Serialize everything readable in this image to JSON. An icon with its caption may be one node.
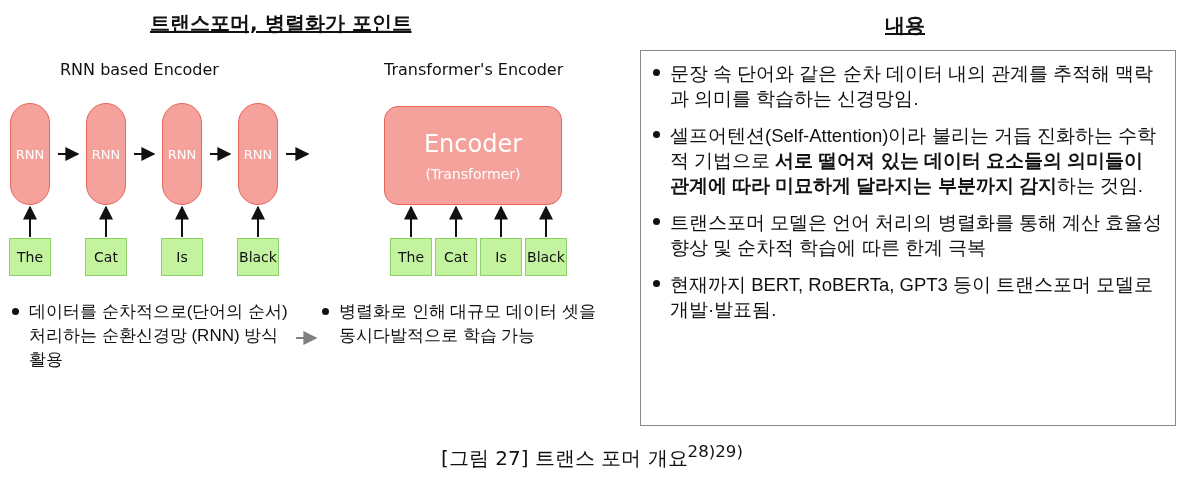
{
  "diagram": {
    "title": "트랜스포머, 병렬화가 포인트",
    "caption": "[그림 27] 트랜스 포머 개요$^{28)29)}$",
    "nodes": [
      {
        "text": [
          "RNN"
        ]
      },
      {
        "text": [
          "RNN"
        ]
      },
      {
        "text": [
          "RNN"
        ]
      },
      {
        "text": [
          "RNN"
        ]
      },
      {
        "text": [
          "The"
        ]
      },
      {
        "text": [
          "Cat"
        ]
      },
      {
        "text": [
          "Is"
        ]
      },
      {
        "text": [
          "Black"
        ]
      },
      {
        "text": [
          "Encoder",
          "(Transformer)"
        ]
      },
      {
        "text": [
          "The"
        ]
      },
      {
        "text": [
          "Cat"
        ]
      },
      {
        "text": [
          "Is"
        ]
      },
      {
        "text": [
          "Black"
        ]
      },
      {
        "text": [
          "데이터를 순차적으로(단어의 순서) 처리하는 순환신경망 (RNN) 방식 활용"
        ]
      },
      {
        "text": [
          "병렬화로 인해 대규모 데이터 셋을 동시다발적으로 학습 가능"
        ]
      },
      {
        "text": [
          "내용",
          "문장 속 단어와 같은 순차 데이터 내의 관계를 추적해 맥락과 의미를 학습하는 신경망임.",
          "셀프어텐션(Self-Attention)이라 불리는 거듭 진화하는 수학적 기법으로 **서로 떨어져 있는 데이터 요소들의 의미들이 관계에 따라 미묘하게 달라지는 부분까지 감지**하는 것임.",
          "트랜스포머 모델은 언어 처리의 병렬화를 통해 계산 효율성 향상 및 순차적 학습에 따른 한계 극복",
          "현재까지 BERT, RoBERTa, GPT3 등이 트랜스포머 모델로 개발·발표됨."
        ]
      }
    ],
    "edges": [
      {
        "from": 0,
        "to": 1,
        "arrow": "to"
      },
      {
        "from": 1,
        "to": 2,
        "arrow": "to"
      },
      {
        "from": 2,
        "to": 3,
        "arrow": "to"
      },
      {
        "from": 3,
        "to": null,
        "arrow": "to"
      },
      {
        "from": 4,
        "to": 0,
        "arrow": "to"
      },
      {
        "from": 5,
        "to": 1,
        "arrow": "to"
      },
      {
        "from": 6,
        "to": 2,
        "arrow": "to"
      },
      {
        "from": 7,
        "to": 3,
        "arrow": "to"
      },
      {
        "from": 9,
        "to": 8,
        "arrow": "to"
      },
      {
        "from": 10,
        "to": 8,
        "arrow": "to"
      },
      {
        "from": 11,
        "to": 8,
        "arrow": "to"
      },
      {
        "from": 12,
        "to": 8,
        "arrow": "to"
      },
      {
        "from": 13,
        "to": 14,
        "arrow": "to",
        "color": "#808080"
      }
    ],
    "labels": [
      "RNN based Encoder",
      "Transformer's Encoder"
    ]
  }
}
